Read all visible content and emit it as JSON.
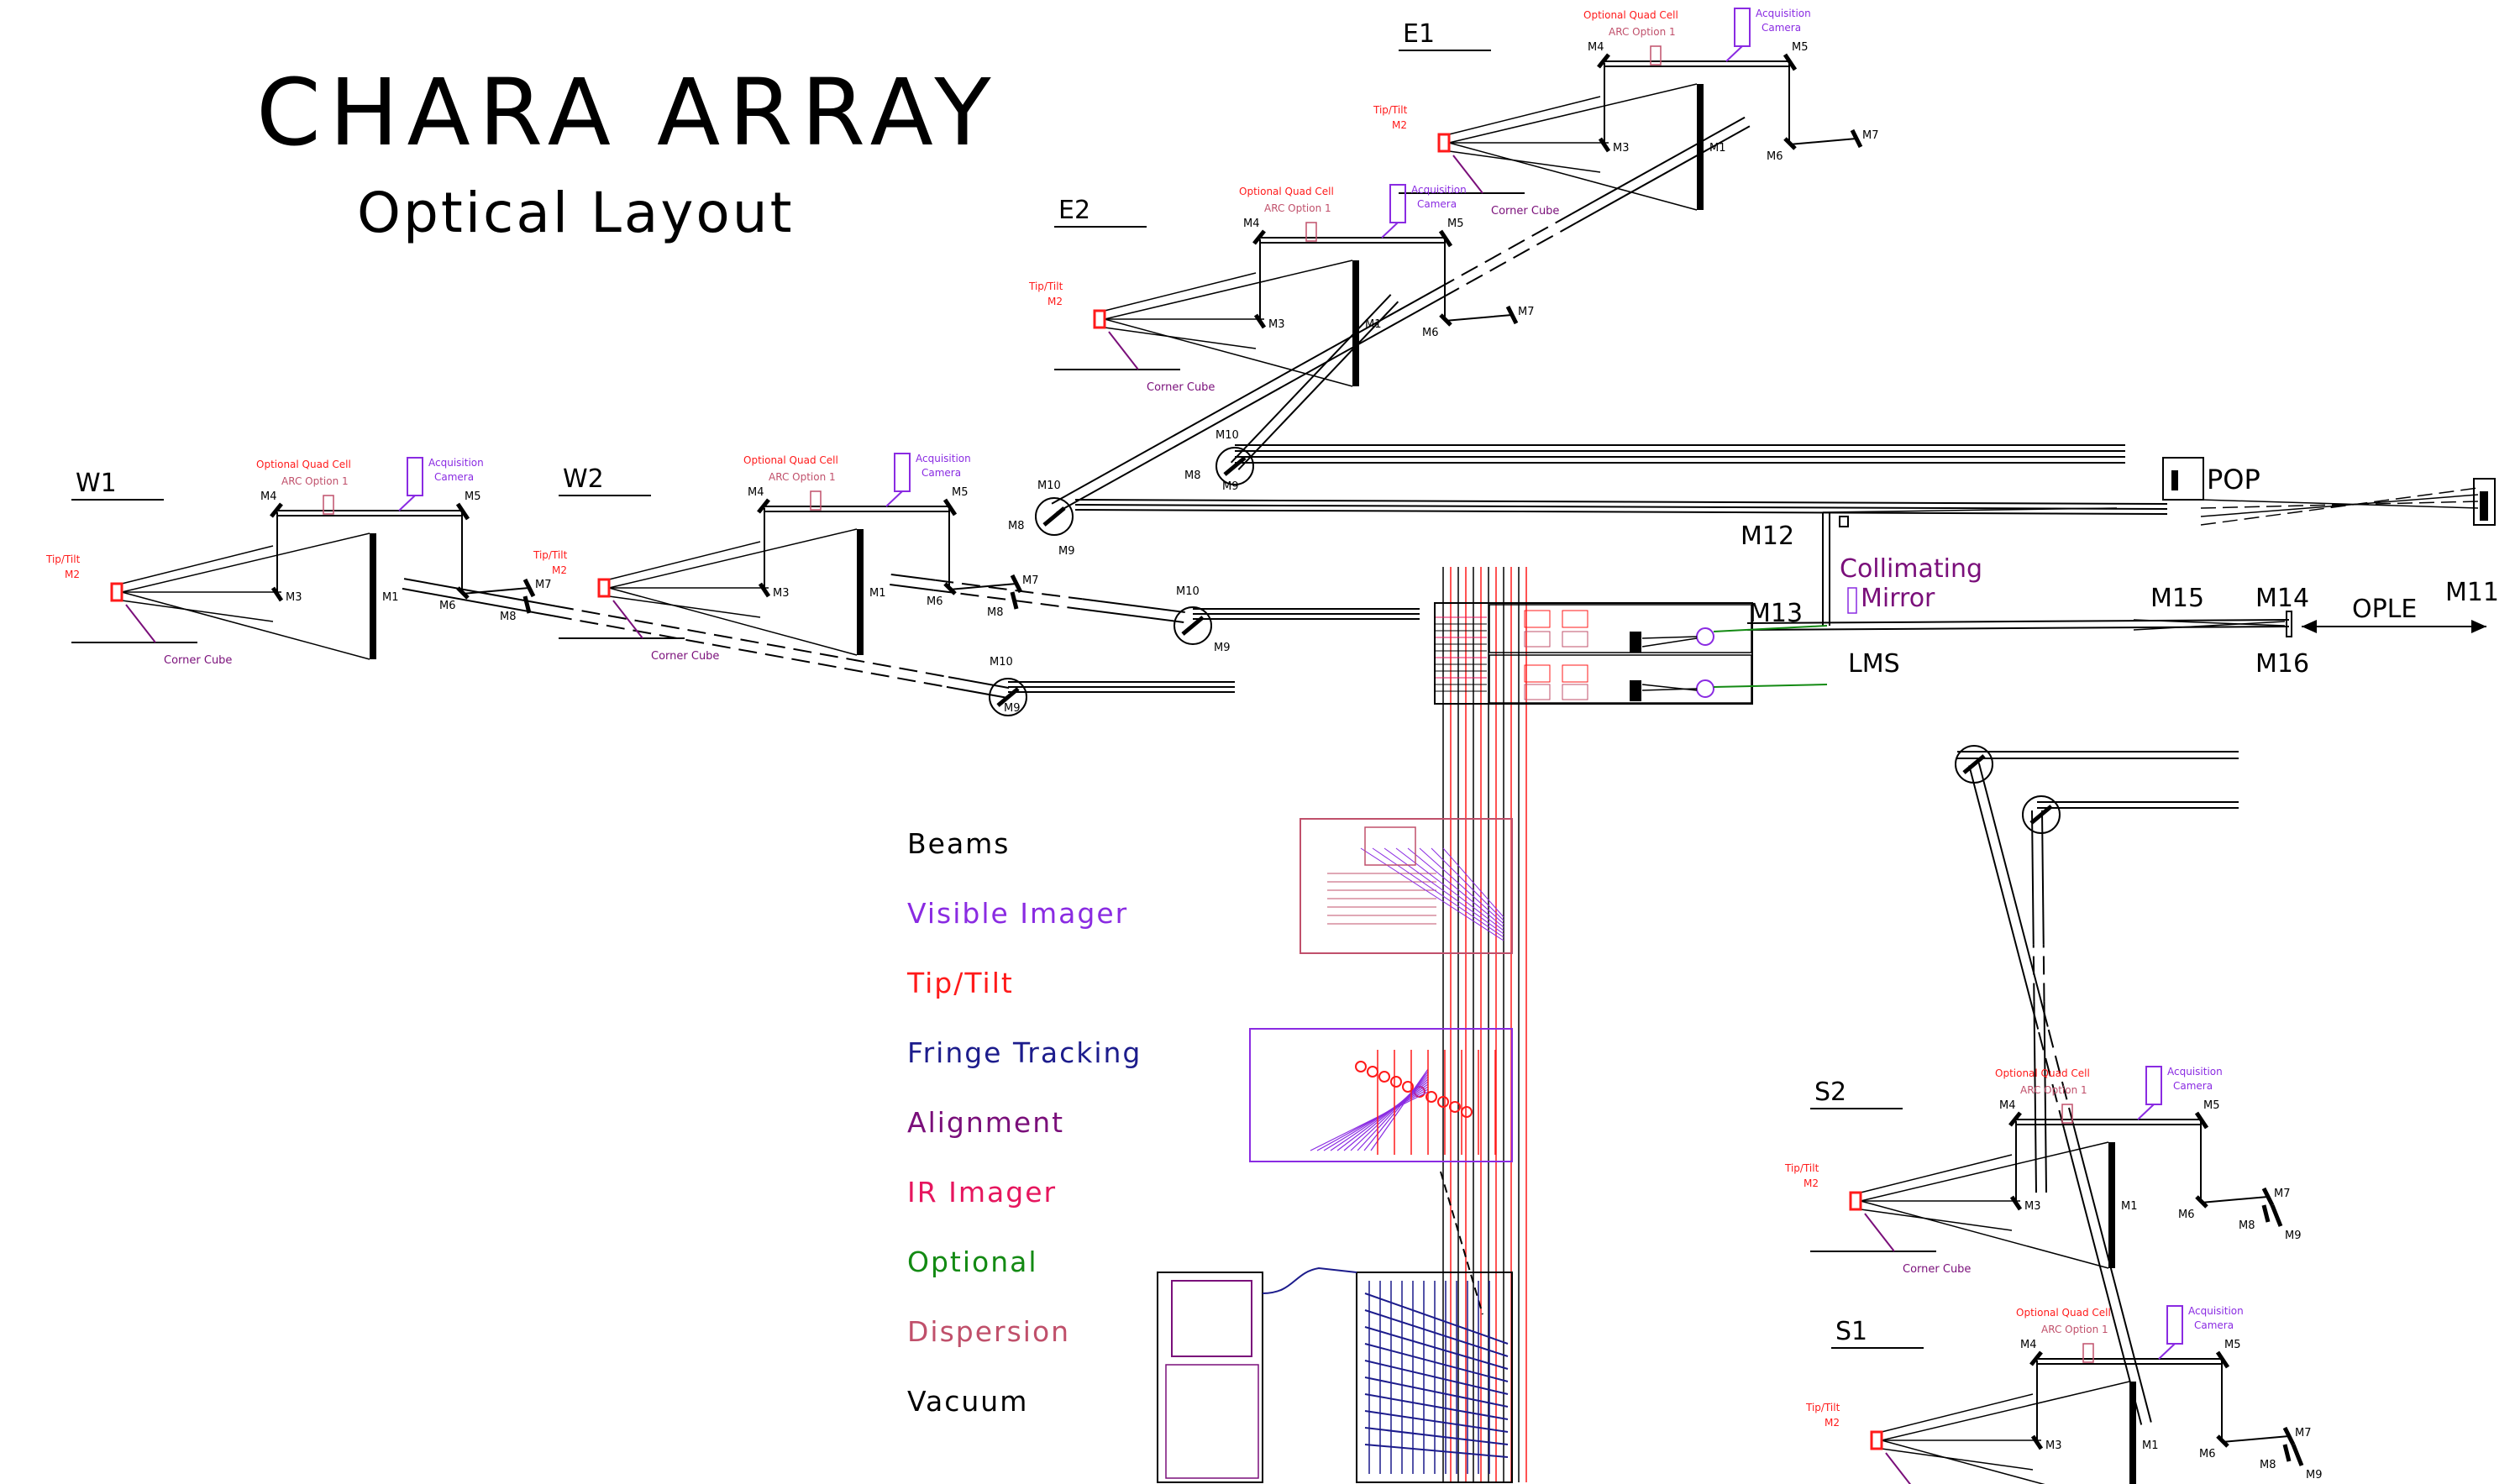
{
  "title": "CHARA ARRAY",
  "subtitle": "Optical Layout",
  "colors": {
    "beam": "#000000",
    "visible": "#8a2be2",
    "tiptilt": "#ff1a1a",
    "fringe": "#1c1c8c",
    "alignment": "#7a0f7a",
    "ir": "#e6165e",
    "optional": "#138a13",
    "dispersion": "#c0506b",
    "vacuum": "#000000"
  },
  "legend": [
    {
      "label": "Beams",
      "color": "#000000"
    },
    {
      "label": "Visible Imager",
      "color": "#8a2be2"
    },
    {
      "label": "Tip/Tilt",
      "color": "#ff1a1a"
    },
    {
      "label": "Fringe Tracking",
      "color": "#1c1c8c"
    },
    {
      "label": "Alignment",
      "color": "#7a0f7a"
    },
    {
      "label": "IR Imager",
      "color": "#e6165e"
    },
    {
      "label": "Optional",
      "color": "#138a13"
    },
    {
      "label": "Dispersion",
      "color": "#c0506b"
    },
    {
      "label": "Vacuum",
      "color": "#000000"
    }
  ],
  "telescope_text": {
    "quad_cell": "Optional Quad Cell",
    "arc_option": "ARC Option 1",
    "acq_1": "Acquisition",
    "acq_2": "Camera",
    "tiptilt": "Tip/Tilt",
    "m2": "M2",
    "corner_cube": "Corner Cube",
    "m1": "M1",
    "m3": "M3",
    "m4": "M4",
    "m5": "M5",
    "m6": "M6",
    "m7": "M7",
    "m8": "M8",
    "m9": "M9",
    "m10": "M10"
  },
  "telescopes": [
    {
      "name": "E1"
    },
    {
      "name": "E2"
    },
    {
      "name": "W1"
    },
    {
      "name": "W2"
    },
    {
      "name": "S2"
    },
    {
      "name": "S1"
    }
  ],
  "lab_labels": {
    "pop": "POP",
    "m11": "M11",
    "m12": "M12",
    "m13": "M13",
    "m14": "M14",
    "m15": "M15",
    "m16": "M16",
    "lms": "LMS",
    "ople": "OPLE",
    "collimating_1": "Collimating",
    "collimating_2": "Mirror"
  }
}
